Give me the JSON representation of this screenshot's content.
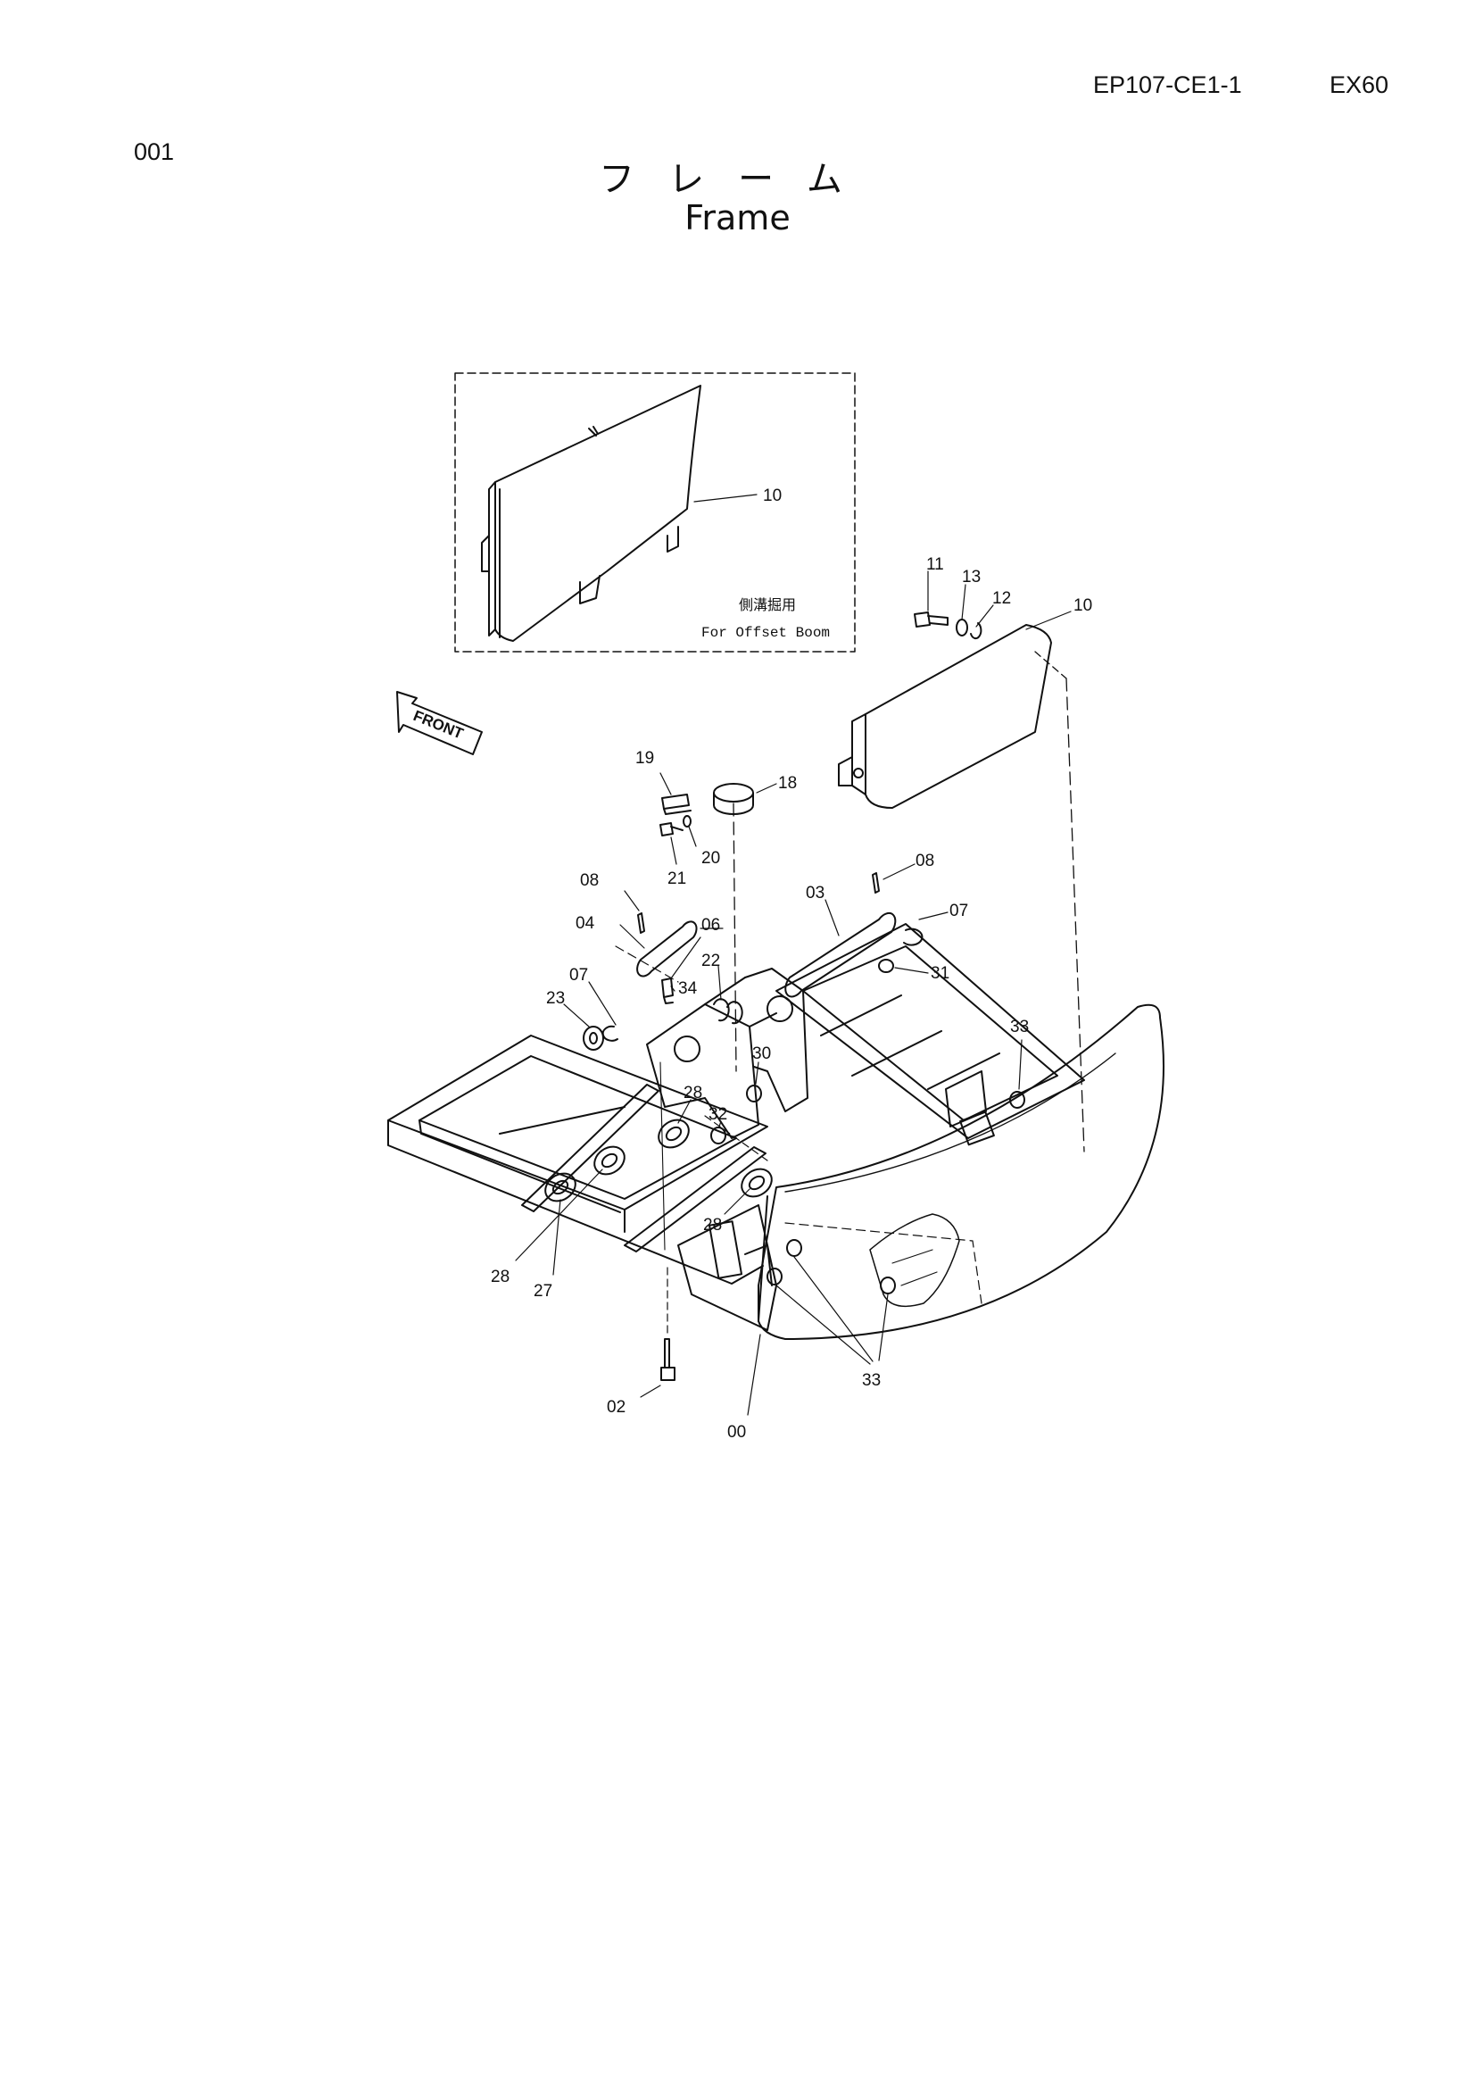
{
  "header": {
    "page_number": "001",
    "document_code": "EP107-CE1-1",
    "model": "EX60"
  },
  "title": {
    "japanese": "フレーム",
    "english": "Frame"
  },
  "inset": {
    "note_japanese": "側溝掘用",
    "note_english": "For Offset Boom"
  },
  "front_arrow_label": "FRONT",
  "part_callouts": {
    "p10_inset": "10",
    "p11": "11",
    "p13": "13",
    "p12": "12",
    "p10": "10",
    "p19": "19",
    "p18": "18",
    "p20": "20",
    "p21": "21",
    "p08_left": "08",
    "p08_right": "08",
    "p03": "03",
    "p07_right": "07",
    "p04": "04",
    "p06": "06",
    "p22": "22",
    "p31": "31",
    "p07_left": "07",
    "p34": "34",
    "p23": "23",
    "p33_right": "33",
    "p30": "30",
    "p28_center": "28",
    "p32": "32",
    "p28_lower": "28",
    "p28_left": "28",
    "p27": "27",
    "p02": "02",
    "p00": "00",
    "p33_bottom": "33"
  }
}
